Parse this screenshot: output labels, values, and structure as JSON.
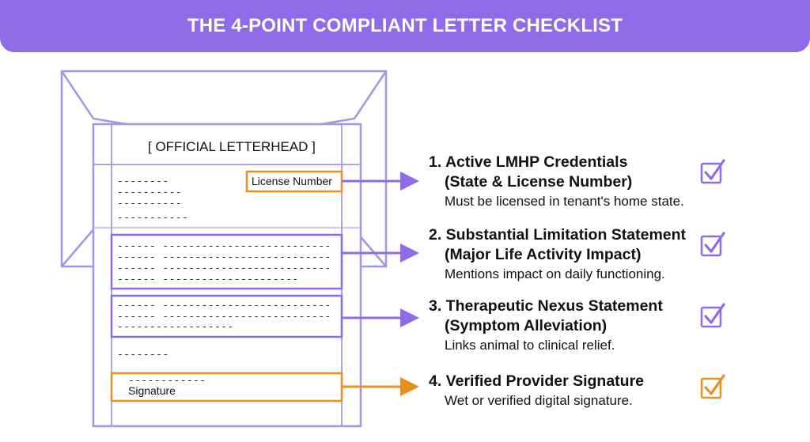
{
  "header": {
    "title": "THE 4-POINT COMPLIANT LETTER CHECKLIST"
  },
  "letter": {
    "letterhead": "[ OFFICIAL LETTERHEAD ]",
    "license_label": "License Number",
    "signature_label": "Signature",
    "dash_lines": [
      "--------",
      "----------",
      "----------",
      "-----------",
      "------ --------------------------",
      "------ --------------------------",
      "------ --------------------------",
      "------ ---------------------",
      "------ --------------------------",
      "------ --------------------------",
      "------------------",
      "--------",
      "------------"
    ]
  },
  "checklist": [
    {
      "title": "1. Active LMHP Credentials",
      "title2": "(State & License Number)",
      "desc": "Must be licensed in tenant's home state."
    },
    {
      "title": "2. Substantial Limitation Statement",
      "title2": "(Major Life Activity Impact)",
      "desc": "Mentions impact on daily functioning."
    },
    {
      "title": "3. Therapeutic Nexus Statement",
      "title2": "(Symptom Alleviation)",
      "desc": "Links animal to clinical relief."
    },
    {
      "title": "4. Verified Provider Signature",
      "desc": "Wet or verified digital signature."
    }
  ],
  "colors": {
    "accent": "#8f6be8",
    "highlight": "#e8901f",
    "banner_text": "#ffffff"
  },
  "icons": [
    "checkbox-icon",
    "arrow-right-icon"
  ]
}
